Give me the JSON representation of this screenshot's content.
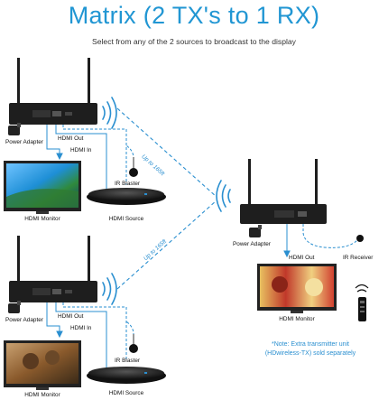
{
  "header": {
    "title": "Matrix (2 TX's to 1 RX)",
    "subtitle": "Select from any of the 2 sources to broadcast to the display"
  },
  "transmitter_1": {
    "power_adapter": "Power Adapter",
    "hdmi_out": "HDMI Out",
    "hdmi_in": "HDMI In",
    "ir_blaster": "IR Blaster",
    "hdmi_monitor": "HDMI Monitor",
    "hdmi_source": "HDMI Source"
  },
  "transmitter_2": {
    "power_adapter": "Power Adapter",
    "hdmi_out": "HDMI Out",
    "hdmi_in": "HDMI In",
    "ir_blaster": "IR Blaster",
    "hdmi_monitor": "HDMI Monitor",
    "hdmi_source": "HDMI Source"
  },
  "receiver": {
    "power_adapter": "Power Adapter",
    "hdmi_out": "HDMI Out",
    "ir_receiver": "IR Receiver",
    "hdmi_monitor": "HDMI Monitor"
  },
  "links": {
    "upper": "Up to 165ft",
    "lower": "Up to 165ft"
  },
  "note": {
    "line1": "*Note: Extra transmitter unit",
    "line2": "(HDwireless-TX) sold separately"
  },
  "colors": {
    "accent": "#2196d3",
    "wire": "#2a8fd0",
    "device": "#1e1e1e"
  }
}
